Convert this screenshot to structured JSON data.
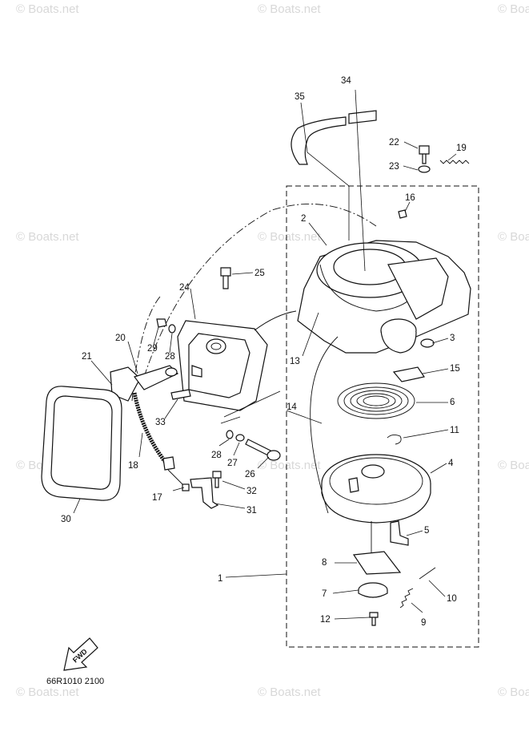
{
  "watermark": "© Boats.net",
  "diagram_code": "66R1010 2100",
  "fwd_label": "FWD",
  "callouts": [
    "34",
    "35",
    "22",
    "19",
    "23",
    "16",
    "2",
    "25",
    "24",
    "29",
    "28",
    "20",
    "21",
    "3",
    "15",
    "13",
    "6",
    "14",
    "11",
    "33",
    "28",
    "27",
    "26",
    "4",
    "18",
    "32",
    "17",
    "31",
    "30",
    "5",
    "8",
    "1",
    "10",
    "7",
    "9",
    "12"
  ]
}
